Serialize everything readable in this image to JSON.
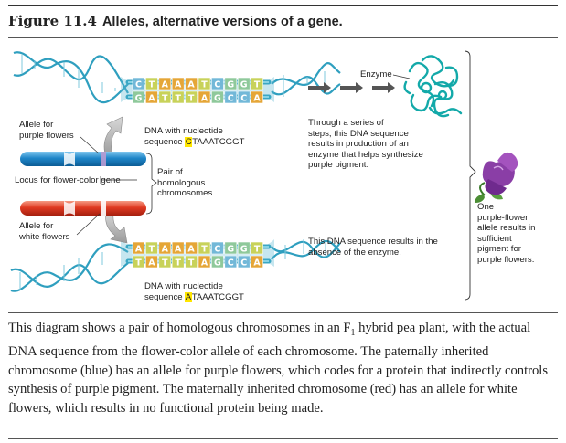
{
  "figure": {
    "number": "Figure 11.4",
    "title": "Alleles, alternative versions of a gene."
  },
  "labels": {
    "allele_purple": [
      "Allele for",
      "purple flowers"
    ],
    "allele_white": [
      "Allele for",
      "white flowers"
    ],
    "locus": "Locus for flower-color gene",
    "pair": [
      "Pair of",
      "homologous",
      "chromosomes"
    ],
    "enzyme": "Enzyme",
    "dna_top": {
      "line1": "DNA with nucleotide",
      "prefix": "sequence ",
      "highlight": "C",
      "rest": "TAAATCGGT"
    },
    "dna_bottom": {
      "line1": "DNA with nucleotide",
      "prefix": "sequence ",
      "highlight": "A",
      "rest": "TAAATCGGT"
    },
    "through_series": [
      "Through a series of",
      "steps, this DNA sequence",
      "results in production of an",
      "enzyme that helps synthesize",
      "purple pigment."
    ],
    "absence": [
      "This DNA sequence results in the",
      "absence of the enzyme."
    ],
    "one_allele": [
      "One",
      "purple-flower",
      "allele results in",
      "sufficient",
      "pigment for",
      "purple flowers."
    ]
  },
  "dna": {
    "top_upper": [
      "C",
      "T",
      "A",
      "A",
      "A",
      "T",
      "C",
      "G",
      "G",
      "T"
    ],
    "top_lower": [
      "G",
      "A",
      "T",
      "T",
      "T",
      "A",
      "G",
      "C",
      "C",
      "A"
    ],
    "bottom_upper": [
      "A",
      "T",
      "A",
      "A",
      "A",
      "T",
      "C",
      "G",
      "G",
      "T"
    ],
    "bottom_lower": [
      "T",
      "A",
      "T",
      "T",
      "T",
      "A",
      "G",
      "C",
      "C",
      "A"
    ]
  },
  "caption": {
    "part1": "This diagram shows a pair of homologous chromosomes in an F",
    "sub": "1",
    "part2": " hybrid pea plant, with the actual DNA sequence from the flower-color allele of each chromosome. The paternally inherited chromosome (blue) has an allele for purple flowers, which codes for a protein that indirectly controls synthesis of purple pigment. The maternally inherited chromosome (red) has an allele for white flowers, which results in no functional protein being made."
  },
  "colors": {
    "blue_chromosome": "#1f86c8",
    "red_chromosome": "#e03a22",
    "dna_backbone": "#3aa7c4",
    "enzyme": "#13a9a9",
    "flower": "#8a3ea6",
    "highlight": "#ffe600",
    "nuc_A": "#e5a637",
    "nuc_T": "#c8d25a",
    "nuc_C": "#72b8d8",
    "nuc_G": "#8fc99b"
  }
}
